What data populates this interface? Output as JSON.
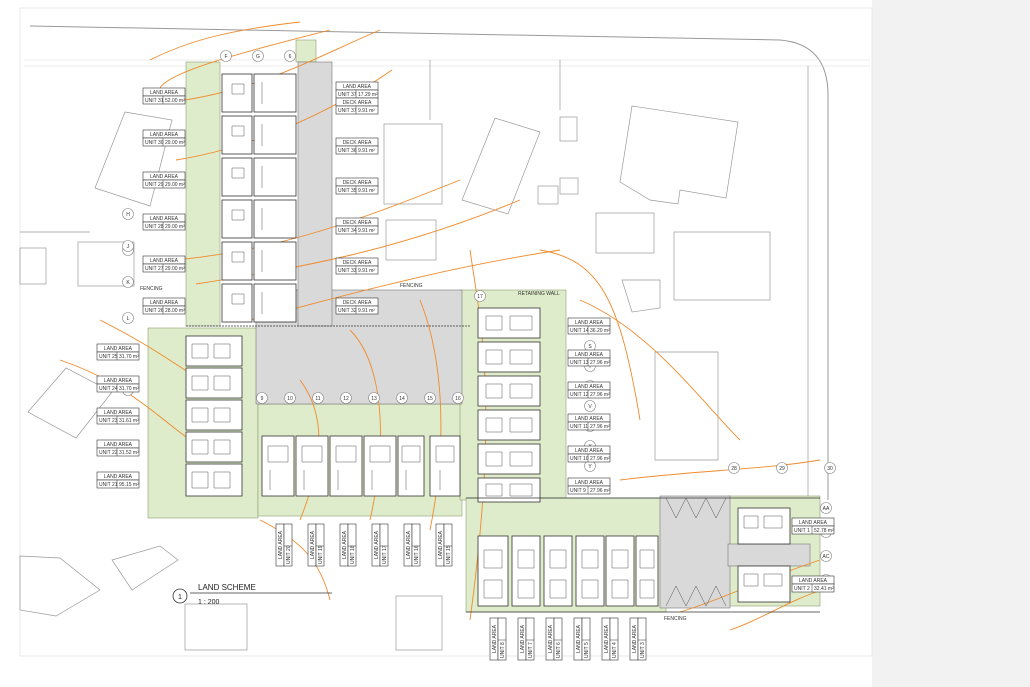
{
  "scheme": {
    "number": "1",
    "title": "LAND SCHEME",
    "scale": "1 : 200"
  },
  "labels": {
    "land_area": "LAND AREA",
    "deck_area": "DECK AREA",
    "fencing": "FENCING",
    "retaining_wall": "RETAINING WALL"
  },
  "colors": {
    "landscape": "#dfeccb",
    "paving": "#d9d9d9",
    "contour": "#f08a2a",
    "line": "#444444"
  },
  "units_left": [
    {
      "unit": "UNIT 31",
      "area": "52.00 m²"
    },
    {
      "unit": "UNIT 30",
      "area": "29.00 m²"
    },
    {
      "unit": "UNIT 29",
      "area": "29.00 m²"
    },
    {
      "unit": "UNIT 28",
      "area": "29.00 m²"
    },
    {
      "unit": "UNIT 27",
      "area": "29.00 m²"
    },
    {
      "unit": "UNIT 26",
      "area": "28.00 m²"
    }
  ],
  "units_deck": [
    {
      "unit": "UNIT 37",
      "area": "9.91 m²"
    },
    {
      "unit": "UNIT 36",
      "area": "9.91 m²"
    },
    {
      "unit": "UNIT 35",
      "area": "9.91 m²"
    },
    {
      "unit": "UNIT 34",
      "area": "9.91 m²"
    },
    {
      "unit": "UNIT 33",
      "area": "9.91 m²"
    },
    {
      "unit": "UNIT 32",
      "area": "9.91 m²"
    }
  ],
  "units_top_land": {
    "unit": "UNIT 37",
    "area": "17.29 m²"
  },
  "units_west": [
    {
      "unit": "UNIT 25",
      "area": "31.70 m²"
    },
    {
      "unit": "UNIT 24",
      "area": "31.70 m²"
    },
    {
      "unit": "UNIT 23",
      "area": "31.61 m²"
    },
    {
      "unit": "UNIT 22",
      "area": "31.52 m²"
    },
    {
      "unit": "UNIT 21",
      "area": "95.15 m²"
    }
  ],
  "units_east": [
    {
      "unit": "UNIT 14",
      "area": "36.20 m²"
    },
    {
      "unit": "UNIT 13",
      "area": "27.96 m²"
    },
    {
      "unit": "UNIT 12",
      "area": "27.96 m²"
    },
    {
      "unit": "UNIT 11",
      "area": "27.96 m²"
    },
    {
      "unit": "UNIT 10",
      "area": "27.96 m²"
    },
    {
      "unit": "UNIT 9",
      "area": "27.96 m²"
    }
  ],
  "units_far_east": [
    {
      "unit": "UNIT 1",
      "area": "52.78 m²"
    },
    {
      "unit": "UNIT 2",
      "area": "32.41 m²"
    }
  ],
  "grid_top": [
    "F",
    "G",
    "6"
  ],
  "grid_left": [
    "H",
    "I",
    "J",
    "K",
    "L",
    "M",
    "N"
  ],
  "grid_mid": [
    "9",
    "10",
    "11",
    "12",
    "13",
    "14",
    "15",
    "16"
  ],
  "grid_east": [
    "17",
    "R",
    "S",
    "T",
    "U",
    "V",
    "W",
    "X",
    "Y"
  ],
  "grid_right": [
    "28",
    "29",
    "30",
    "AA",
    "AB",
    "AC",
    "AD"
  ]
}
